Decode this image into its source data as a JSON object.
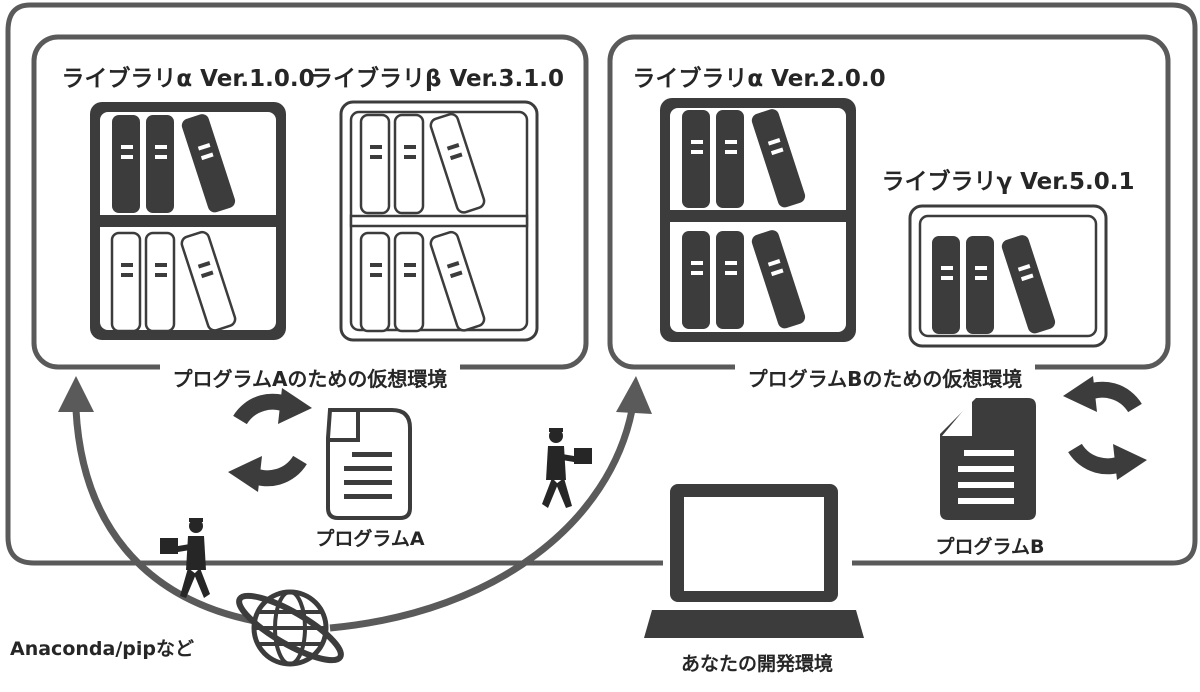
{
  "libraries": [
    {
      "label": "ライブラリα Ver.1.0.0",
      "style": "dark"
    },
    {
      "label": "ライブラリβ Ver.3.1.0",
      "style": "light"
    },
    {
      "label": "ライブラリα Ver.2.0.0",
      "style": "dark"
    },
    {
      "label": "ライブラリγ Ver.5.0.1",
      "style": "light"
    }
  ],
  "environments": {
    "a_label": "プログラムAのための仮想環境",
    "b_label": "プログラムBのための仮想環境"
  },
  "programs": {
    "a_label": "プログラムA",
    "b_label": "プログラムB"
  },
  "host_label": "あなたの開発環境",
  "source_label": "Anaconda/pipなど",
  "colors": {
    "dark": "#3c3c3c",
    "frame": "#5a5a5a",
    "light": "#ffffff",
    "text": "#262626"
  },
  "icons": [
    "bookshelf-icon",
    "document-icon",
    "refresh-cycle-icon",
    "delivery-person-icon",
    "globe-icon",
    "laptop-icon"
  ]
}
